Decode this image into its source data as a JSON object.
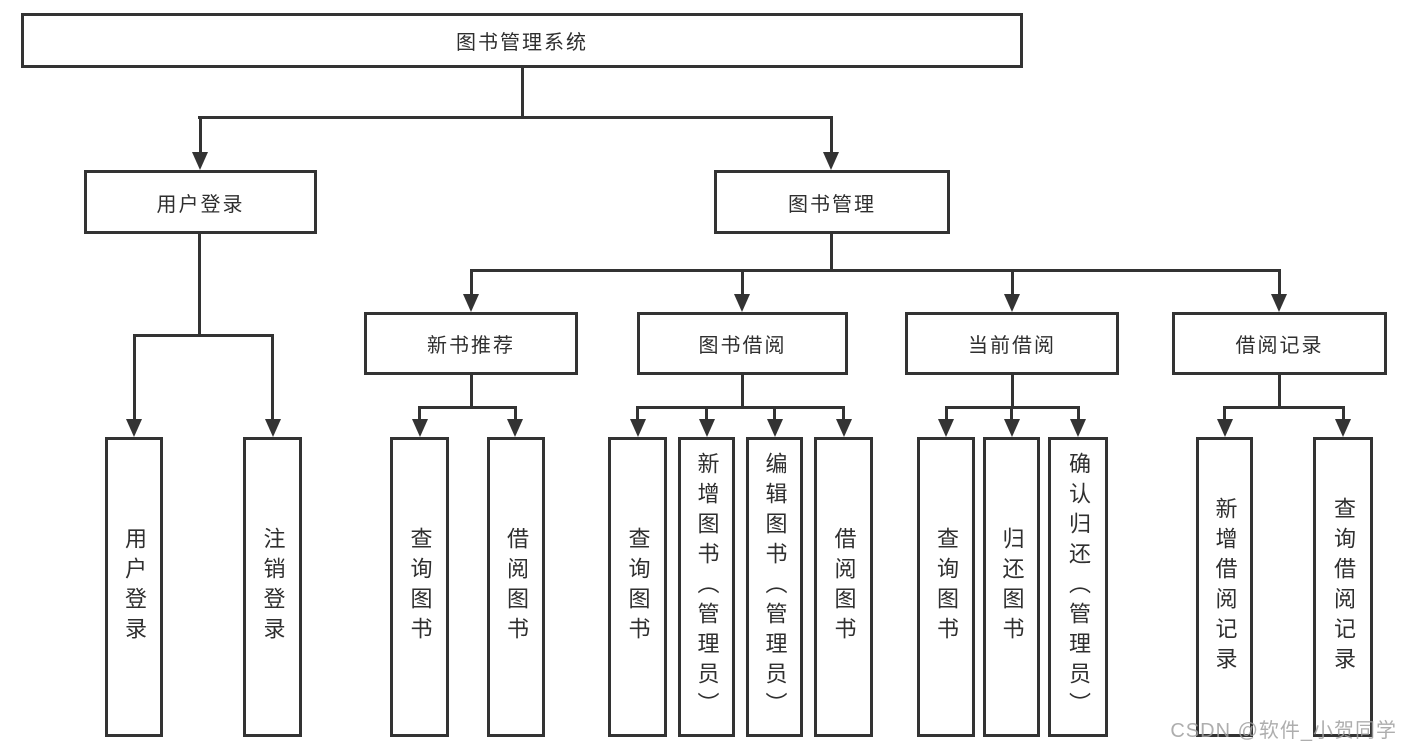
{
  "title": "图书管理系统",
  "watermark": "CSDN @软件_小贺同学",
  "colors": {
    "border": "#333333",
    "text": "#2f2f2f",
    "watermark": "#a0a0a0",
    "background": "#ffffff"
  },
  "nodes": {
    "root": "图书管理系统",
    "level2": [
      "用户登录",
      "图书管理"
    ],
    "level3": [
      "新书推荐",
      "图书借阅",
      "当前借阅",
      "借阅记录"
    ],
    "leaves": [
      [
        "用户登录",
        "注销登录"
      ],
      [
        "查询图书",
        "借阅图书"
      ],
      [
        "查询图书",
        "新增图书（管理员）",
        "编辑图书（管理员）",
        "借阅图书"
      ],
      [
        "查询图书",
        "归还图书",
        "确认归还（管理员）"
      ],
      [
        "新增借阅记录",
        "查询借阅记录"
      ]
    ]
  }
}
